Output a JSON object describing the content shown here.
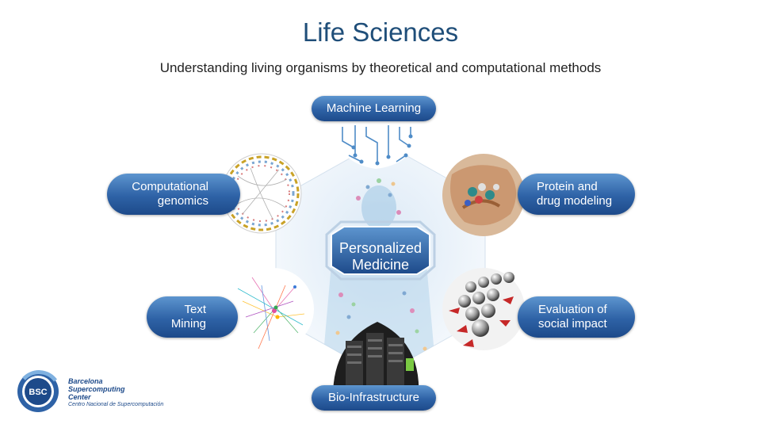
{
  "title": "Life Sciences",
  "subtitle": "Understanding  living organisms by theoretical and computational methods",
  "center": {
    "line1": "Personalized",
    "line2": "Medicine"
  },
  "topics": {
    "machine_learning": "Machine Learning",
    "computational_genomics": {
      "line1": "Computational",
      "line2": "genomics"
    },
    "protein_drug": {
      "line1": "Protein and",
      "line2": "drug modeling"
    },
    "text_mining": {
      "line1": "Text",
      "line2": "Mining"
    },
    "social_impact": {
      "line1": "Evaluation of",
      "line2": "social impact"
    },
    "bio_infrastructure": "Bio-Infrastructure"
  },
  "logo": {
    "mark": "BSC",
    "line1": "Barcelona",
    "line2": "Supercomputing",
    "line3": "Center",
    "line4": "Centro Nacional de Supercomputación"
  },
  "colors": {
    "accent": "#2e62a6",
    "title": "#1f4e79"
  }
}
